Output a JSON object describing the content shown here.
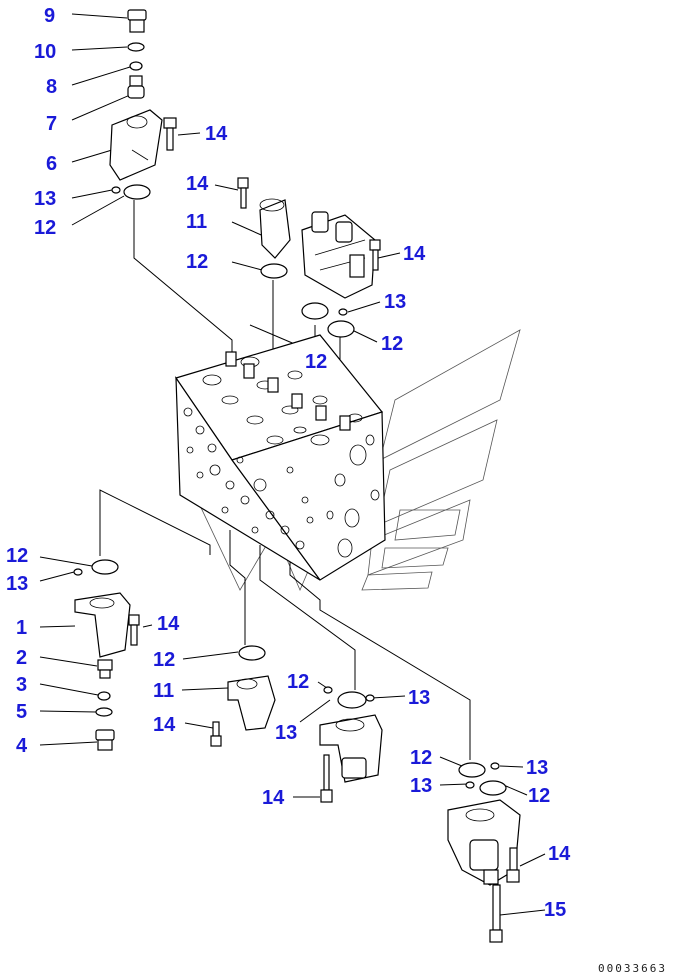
{
  "document_number": "00033663",
  "callouts": [
    {
      "id": "c9",
      "text": "9"
    },
    {
      "id": "c10",
      "text": "10"
    },
    {
      "id": "c8",
      "text": "8"
    },
    {
      "id": "c7",
      "text": "7"
    },
    {
      "id": "c14a",
      "text": "14"
    },
    {
      "id": "c6",
      "text": "6"
    },
    {
      "id": "c13a",
      "text": "13"
    },
    {
      "id": "c12a",
      "text": "12"
    },
    {
      "id": "c14b",
      "text": "14"
    },
    {
      "id": "c11a",
      "text": "11"
    },
    {
      "id": "c12b",
      "text": "12"
    },
    {
      "id": "c14c",
      "text": "14"
    },
    {
      "id": "c13b",
      "text": "13"
    },
    {
      "id": "c12c",
      "text": "12"
    },
    {
      "id": "c12d",
      "text": "12"
    },
    {
      "id": "c12e",
      "text": "12"
    },
    {
      "id": "c13c",
      "text": "13"
    },
    {
      "id": "c1",
      "text": "1"
    },
    {
      "id": "c14d",
      "text": "14"
    },
    {
      "id": "c2",
      "text": "2"
    },
    {
      "id": "c12f",
      "text": "12"
    },
    {
      "id": "c3",
      "text": "3"
    },
    {
      "id": "c5",
      "text": "5"
    },
    {
      "id": "c4",
      "text": "4"
    },
    {
      "id": "c11b",
      "text": "11"
    },
    {
      "id": "c12g",
      "text": "12"
    },
    {
      "id": "c13d",
      "text": "13"
    },
    {
      "id": "c14e",
      "text": "14"
    },
    {
      "id": "c13e",
      "text": "13"
    },
    {
      "id": "c14f",
      "text": "14"
    },
    {
      "id": "c12h",
      "text": "12"
    },
    {
      "id": "c13f",
      "text": "13"
    },
    {
      "id": "c13g",
      "text": "13"
    },
    {
      "id": "c12i",
      "text": "12"
    },
    {
      "id": "c14g",
      "text": "14"
    },
    {
      "id": "c15",
      "text": "15"
    }
  ]
}
